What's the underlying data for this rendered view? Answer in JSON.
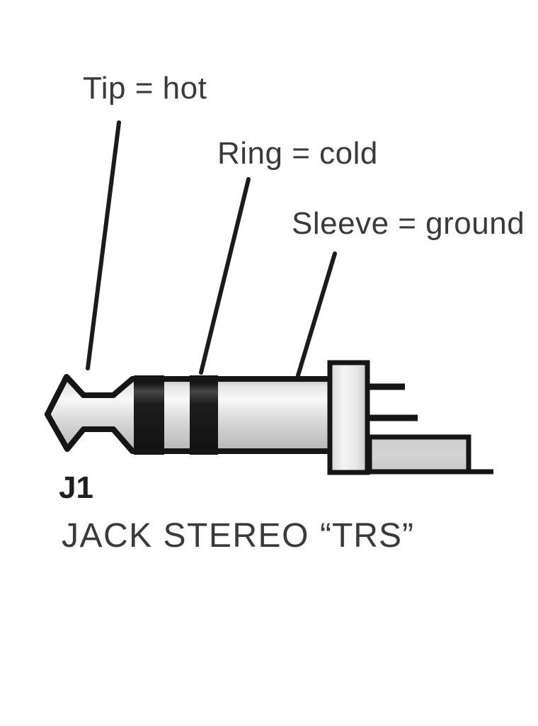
{
  "diagram": {
    "title_hidden": "",
    "component": {
      "designator": "J1",
      "name": "JACK STEREO",
      "nickname": "“TRS”"
    },
    "callouts": [
      {
        "target": "tip",
        "signal": "hot",
        "label": "Tip = hot"
      },
      {
        "target": "ring",
        "signal": "cold",
        "label": "Ring = cold"
      },
      {
        "target": "sleeve",
        "signal": "ground",
        "label": "Sleeve = ground"
      }
    ]
  },
  "colors": {
    "background": "#ffffff",
    "text": "#3a3a3a",
    "designator_text": "#1f1f1f",
    "outline": "#151515",
    "leader_line": "#1b1b1b",
    "band_black": "#111111",
    "metal_light": "#f8f8f8",
    "metal_mid": "#dcdcdc",
    "metal_dark": "#aeaeae",
    "mount_fill": "#e8e8e8",
    "tab_fill": "#d4d4d4"
  }
}
